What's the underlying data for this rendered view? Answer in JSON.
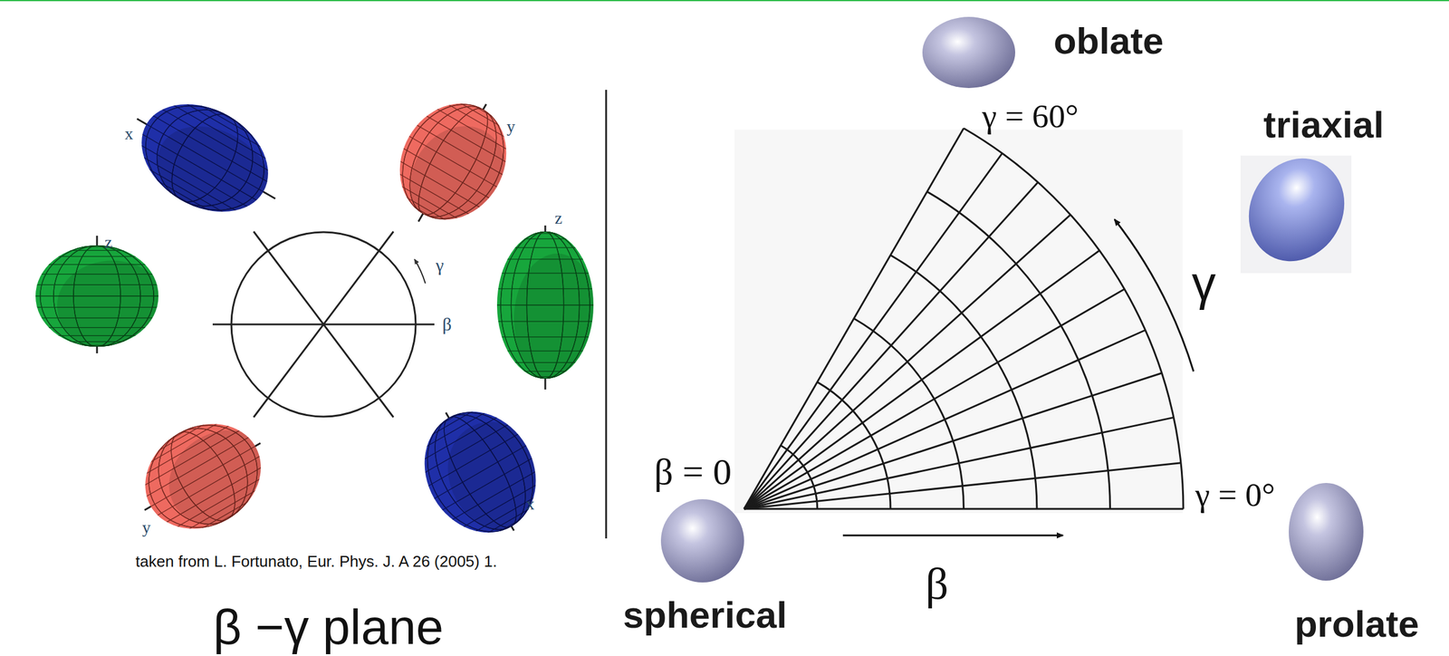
{
  "diagram": {
    "caption": "β −γ plane",
    "labels": [
      "x",
      "y",
      "z",
      "z",
      "y",
      "x",
      "γ",
      "β",
      "taken from L. Fortunato, Eur. Phys. J. A 26 (2005) 1.",
      "oblate",
      "γ = 60°",
      "triaxial",
      "γ",
      "β = 0",
      "γ = 0°",
      "spherical",
      "β",
      "prolate"
    ]
  }
}
